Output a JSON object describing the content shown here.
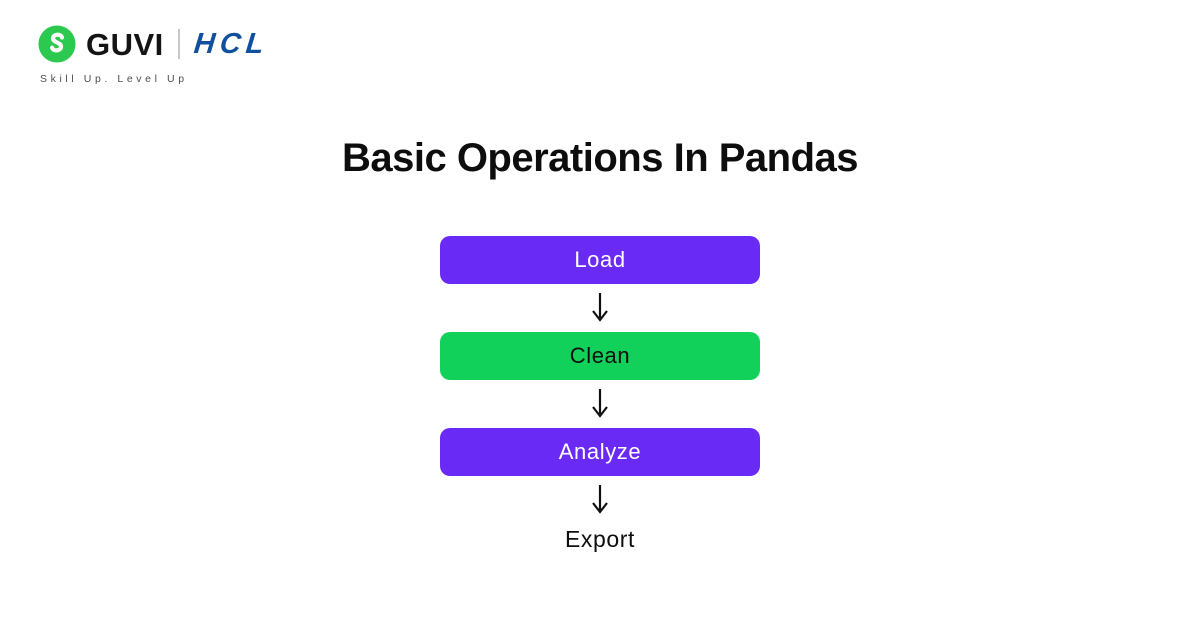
{
  "header": {
    "brand_name": "GUVI",
    "partner_name": "HCL",
    "tagline": "Skill Up. Level Up",
    "colors": {
      "guvi_green": "#2bc94f",
      "hcl_blue": "#10509e",
      "tagline_gray": "#4d4d4d"
    }
  },
  "title": "Basic Operations In Pandas",
  "diagram": {
    "type": "flowchart",
    "direction": "top-down",
    "arrow_glyph": "↓",
    "colors": {
      "step_purple": "#6a2af5",
      "step_green": "#12d15a",
      "arrow_black": "#111111"
    },
    "steps": [
      {
        "label": "Load",
        "shape": "rounded-box",
        "fill": "#6a2af5",
        "text_color": "#ffffff"
      },
      {
        "label": "Clean",
        "shape": "rounded-box",
        "fill": "#12d15a",
        "text_color": "#0e0e0e"
      },
      {
        "label": "Analyze",
        "shape": "rounded-box",
        "fill": "#6a2af5",
        "text_color": "#ffffff"
      },
      {
        "label": "Export",
        "shape": "plain-text",
        "fill": "none",
        "text_color": "#0e0e0e"
      }
    ]
  }
}
